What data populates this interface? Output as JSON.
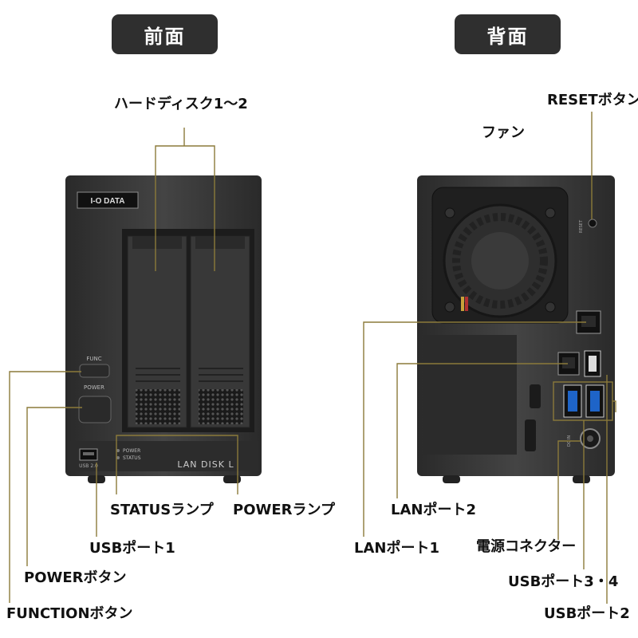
{
  "headers": {
    "front": "前面",
    "back": "背面"
  },
  "device_text": {
    "brand_logo": "I-O DATA",
    "model_name": "LAN DISK L",
    "func_button": "FUNC",
    "power_button": "POWER",
    "power_lamp_label": "POWER",
    "status_lamp_label": "STATUS",
    "reset_port_label": "RESET",
    "dc_label": "DC IN"
  },
  "callouts": {
    "front": {
      "hdd": "ハードディスク1～2",
      "status_lamp": "STATUSランプ",
      "power_lamp": "POWERランプ",
      "usb1": "USBポート1",
      "power_button": "POWERボタン",
      "function_button": "FUNCTIONボタン"
    },
    "back": {
      "reset": "RESETボタン",
      "fan": "ファン",
      "lan2": "LANポート2",
      "lan1": "LANポート1",
      "power_connector": "電源コネクター",
      "usb34": "USBポート3・4",
      "usb2": "USBポート2"
    }
  },
  "colors": {
    "leader_line": "#8b7a3a",
    "badge": "#2f2f2f",
    "device_body": "#3c3c3c"
  }
}
